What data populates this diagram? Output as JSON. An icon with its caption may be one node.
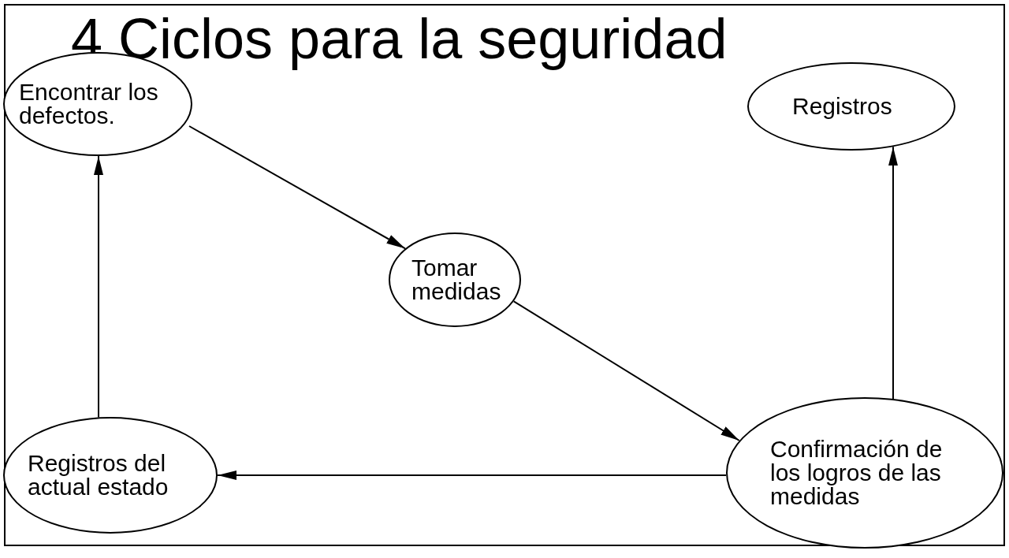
{
  "diagram": {
    "title": "4 Ciclos para la seguridad",
    "nodes": [
      {
        "text": [
          "Encontrar los defectos."
        ]
      },
      {
        "text": [
          "Registros"
        ]
      },
      {
        "text": [
          "Tomar medidas"
        ]
      },
      {
        "text": [
          "Confirmación de los logros de las medidas"
        ]
      },
      {
        "text": [
          "Registros del actual estado"
        ]
      }
    ],
    "edges": [
      {
        "from": 0,
        "to": 2,
        "arrow": "to"
      },
      {
        "from": 2,
        "to": 3,
        "arrow": "to"
      },
      {
        "from": 3,
        "to": 1,
        "arrow": "to"
      },
      {
        "from": 3,
        "to": 4,
        "arrow": "to"
      },
      {
        "from": 4,
        "to": 0,
        "arrow": "to"
      }
    ]
  }
}
